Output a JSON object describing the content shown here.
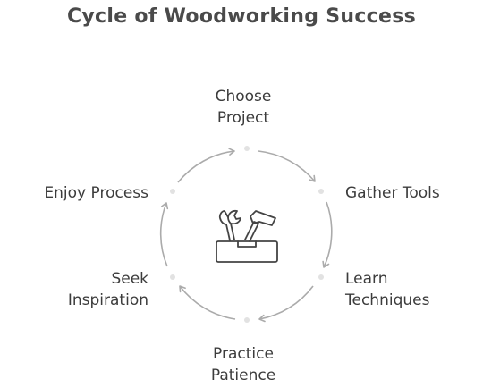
{
  "title": "Cycle of Woodworking Success",
  "steps": [
    {
      "lines": [
        "Choose",
        "Project"
      ]
    },
    {
      "lines": [
        "Gather Tools"
      ]
    },
    {
      "lines": [
        "Learn",
        "Techniques"
      ]
    },
    {
      "lines": [
        "Practice",
        "Patience"
      ]
    },
    {
      "lines": [
        "Seek",
        "Inspiration"
      ]
    },
    {
      "lines": [
        "Enjoy Process"
      ]
    }
  ],
  "center_icon": "toolbox-icon",
  "colors": {
    "arrow": "#ababab",
    "icon": "#444444",
    "text": "#3c3c3c",
    "dot": "#e2e2e2"
  }
}
